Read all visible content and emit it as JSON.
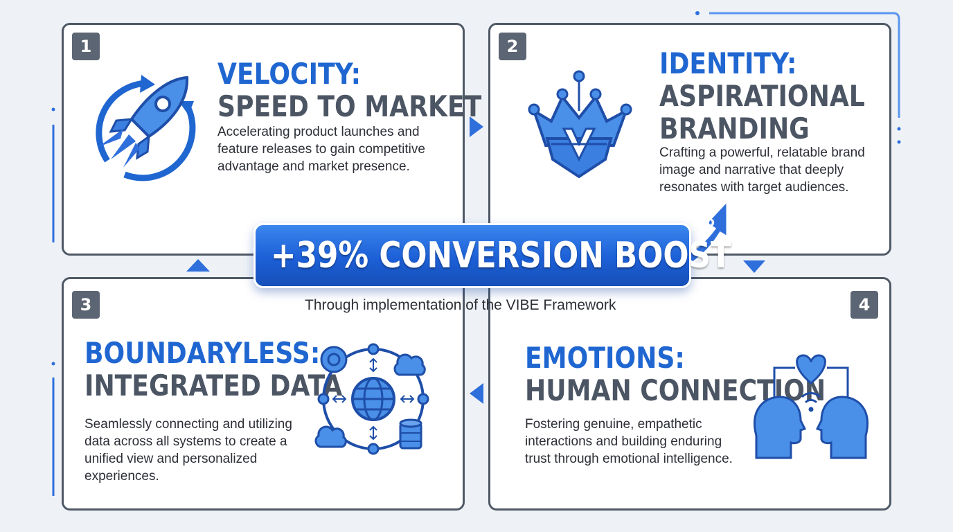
{
  "cards": [
    {
      "number": "1",
      "title_line1": "VELOCITY:",
      "title_line2": "SPEED TO MARKET",
      "title_line3": "",
      "description": "Accelerating product launches and feature releases to gain competitive advantage and market presence."
    },
    {
      "number": "2",
      "title_line1": "IDENTITY:",
      "title_line2": "ASPIRATIONAL",
      "title_line3": "BRANDING",
      "description": "Crafting a powerful, relatable brand image and narrative that deeply resonates with target audiences."
    },
    {
      "number": "3",
      "title_line1": "BOUNDARYLESS:",
      "title_line2": "INTEGRATED DATA",
      "title_line3": "",
      "description": "Seamlessly connecting and utilizing data across all systems to create a unified view and personalized experiences."
    },
    {
      "number": "4",
      "title_line1": "EMOTIONS:",
      "title_line2": "HUMAN CONNECTION",
      "title_line3": "",
      "description": "Fostering genuine, empathetic interactions and building enduring trust through emotional intelligence."
    }
  ],
  "banner": {
    "headline": "+39% CONVERSION BOOST",
    "percent_symbol": "%",
    "subtitle": "Through implementation of the VIBE Framework"
  },
  "icons": {
    "card1": "rocket-icon",
    "card2": "crown-shield-icon",
    "card3": "network-globe-icon",
    "card4": "heads-heart-icon"
  },
  "colors": {
    "accent": "#1f66d1",
    "heading_gray": "#4c5563",
    "border": "#4f5966",
    "icon_fill": "#4a8fe8"
  }
}
